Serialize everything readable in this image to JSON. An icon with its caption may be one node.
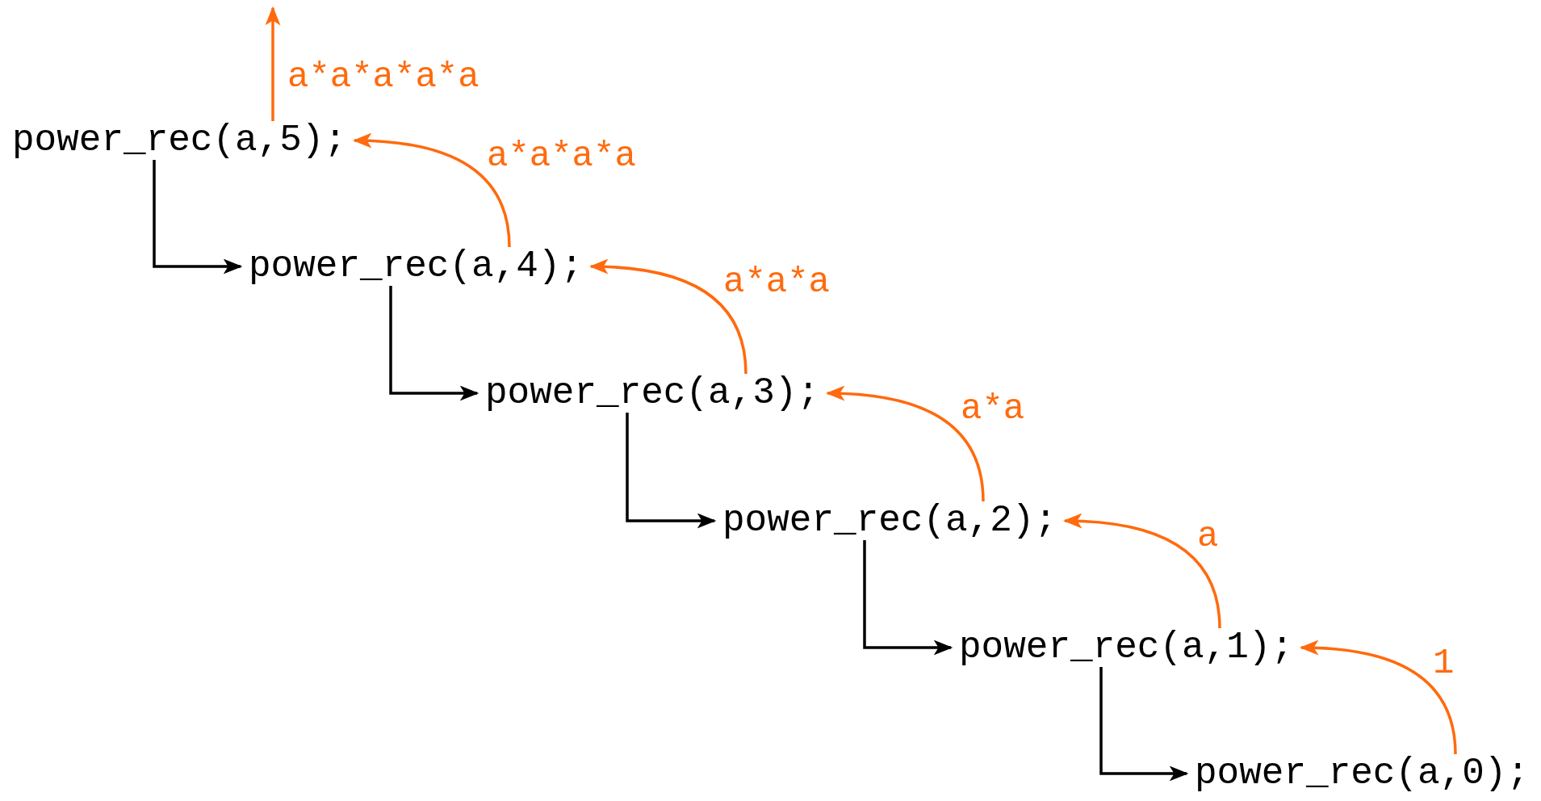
{
  "diagram": {
    "nodes": [
      {
        "text": [
          "power_rec(a,5);"
        ]
      },
      {
        "text": [
          "power_rec(a,4);"
        ]
      },
      {
        "text": [
          "power_rec(a,3);"
        ]
      },
      {
        "text": [
          "power_rec(a,2);"
        ]
      },
      {
        "text": [
          "power_rec(a,1);"
        ]
      },
      {
        "text": [
          "power_rec(a,0);"
        ]
      }
    ],
    "edges": [
      {
        "from": 0,
        "to": 1,
        "arrow": "to",
        "color": "#000000"
      },
      {
        "from": 1,
        "to": 2,
        "arrow": "to",
        "color": "#000000"
      },
      {
        "from": 2,
        "to": 3,
        "arrow": "to",
        "color": "#000000"
      },
      {
        "from": 3,
        "to": 4,
        "arrow": "to",
        "color": "#000000"
      },
      {
        "from": 4,
        "to": 5,
        "arrow": "to",
        "color": "#000000"
      },
      {
        "from": 5,
        "to": 4,
        "arrow": "to",
        "label": "1"
      },
      {
        "from": 4,
        "to": 3,
        "arrow": "to",
        "label": "a"
      },
      {
        "from": 3,
        "to": 2,
        "arrow": "to",
        "label": "a*a"
      },
      {
        "from": 2,
        "to": 1,
        "arrow": "to",
        "label": "a*a*a"
      },
      {
        "from": 1,
        "to": 0,
        "arrow": "to",
        "label": "a*a*a*a"
      },
      {
        "from": 0,
        "to": null,
        "arrow": "to",
        "label": "a*a*a*a*a"
      }
    ]
  }
}
